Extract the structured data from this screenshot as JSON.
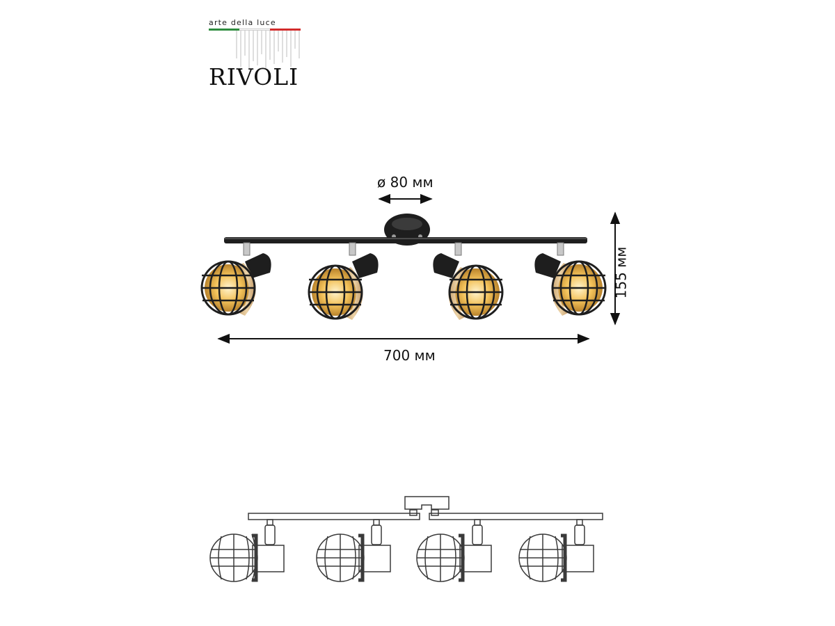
{
  "brand": {
    "tagline": "arte della luce",
    "name": "RIVOLI",
    "flag_colors": [
      "#2e8b3e",
      "#ffffff",
      "#d22b2b"
    ]
  },
  "dimensions": {
    "diameter": "ø 80 мм",
    "width": "700 мм",
    "height": "155 мм"
  },
  "colors": {
    "metal": "#1e1e1e",
    "chrome": "#c8c8c8",
    "rope": "#d8b98a",
    "bulb_glow": "#f3c25a",
    "line": "#3a3a3a"
  }
}
